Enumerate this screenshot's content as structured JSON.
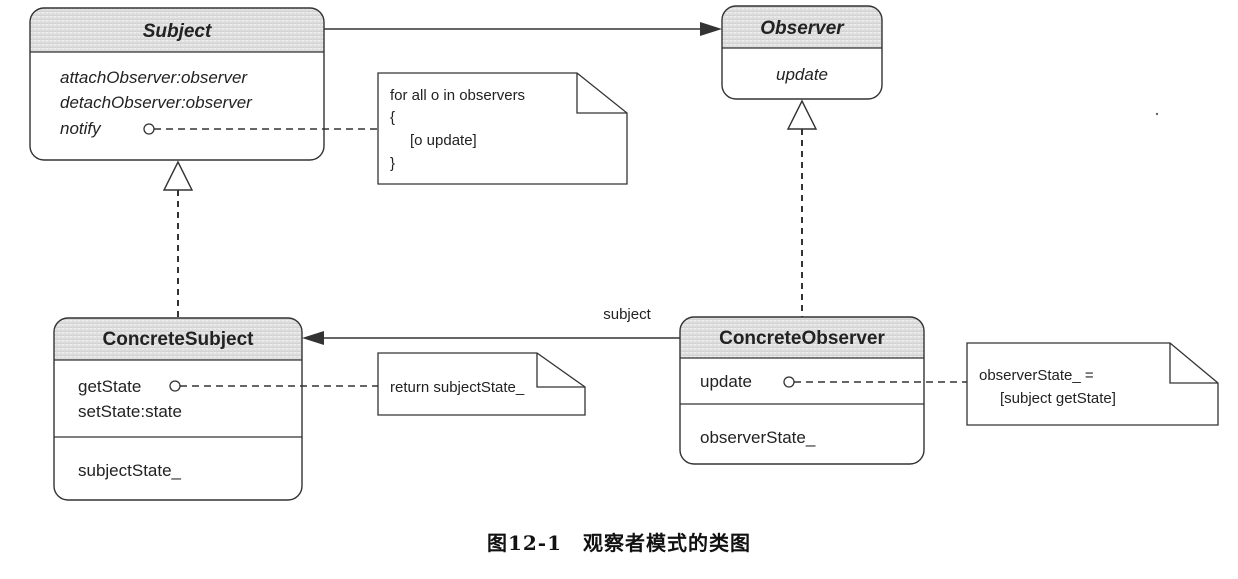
{
  "classes": {
    "subject": {
      "name": "Subject",
      "operations": [
        "attachObserver:observer",
        "detachObserver:observer",
        "notify"
      ]
    },
    "observer": {
      "name": "Observer",
      "operations": [
        "update"
      ]
    },
    "concrete_subject": {
      "name": "ConcreteSubject",
      "operations": [
        "getState",
        "setState:state"
      ],
      "attributes": [
        "subjectState_"
      ]
    },
    "concrete_observer": {
      "name": "ConcreteObserver",
      "operations": [
        "update"
      ],
      "attributes": [
        "observerState_"
      ]
    }
  },
  "notes": {
    "notify_note": [
      "for all o in observers",
      "{",
      "[o update]",
      "}"
    ],
    "getstate_note": [
      "return subjectState_"
    ],
    "update_note": [
      "observerState_ =",
      "[subject getState]"
    ]
  },
  "association_label": "subject",
  "caption": "图12-1　观察者模式的类图"
}
